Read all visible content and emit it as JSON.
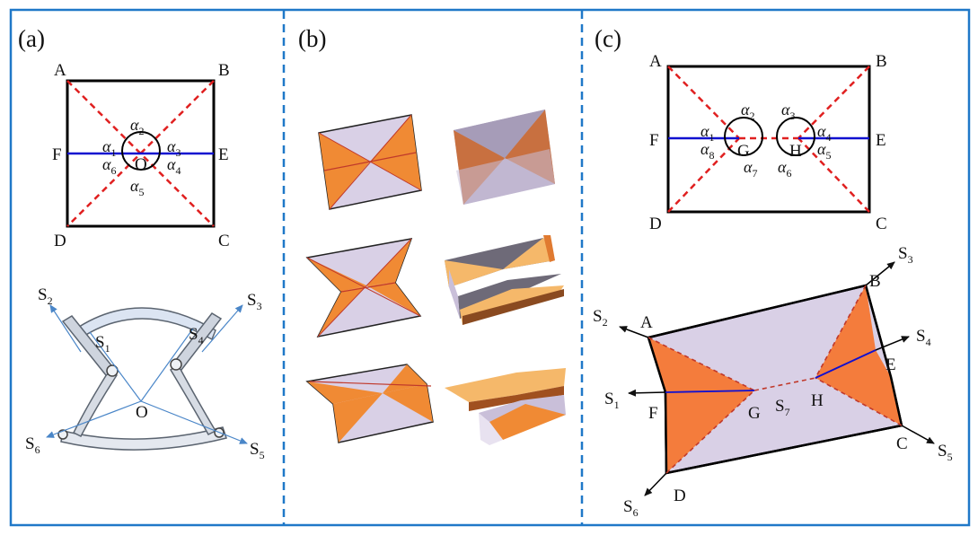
{
  "panels": {
    "a": {
      "label": "(a)",
      "square": {
        "A": "A",
        "B": "B",
        "C": "C",
        "D": "D",
        "E": "E",
        "F": "F",
        "O": "O"
      },
      "angles": {
        "a2": {
          "g": "α",
          "n": "2"
        },
        "a1": {
          "g": "α",
          "n": "1"
        },
        "a3": {
          "g": "α",
          "n": "3"
        },
        "a6": {
          "g": "α",
          "n": "6"
        },
        "a4": {
          "g": "α",
          "n": "4"
        },
        "a5": {
          "g": "α",
          "n": "5"
        }
      },
      "mechanism": {
        "S1": {
          "b": "S",
          "n": "1"
        },
        "S2": {
          "b": "S",
          "n": "2"
        },
        "S3": {
          "b": "S",
          "n": "3"
        },
        "S4": {
          "b": "S",
          "n": "4"
        },
        "S5": {
          "b": "S",
          "n": "5"
        },
        "S6": {
          "b": "S",
          "n": "6"
        },
        "O": "O"
      }
    },
    "b": {
      "label": "(b)"
    },
    "c": {
      "label": "(c)",
      "rect": {
        "A": "A",
        "B": "B",
        "C": "C",
        "D": "D",
        "E": "E",
        "F": "F",
        "G": "G",
        "H": "H"
      },
      "angles": {
        "a1": {
          "g": "α",
          "n": "1"
        },
        "a2": {
          "g": "α",
          "n": "2"
        },
        "a3": {
          "g": "α",
          "n": "3"
        },
        "a4": {
          "g": "α",
          "n": "4"
        },
        "a8": {
          "g": "α",
          "n": "8"
        },
        "a7": {
          "g": "α",
          "n": "7"
        },
        "a6": {
          "g": "α",
          "n": "6"
        },
        "a5": {
          "g": "α",
          "n": "5"
        }
      },
      "model": {
        "A": "A",
        "B": "B",
        "C": "C",
        "D": "D",
        "E": "E",
        "F": "F",
        "G": "G",
        "H": "H",
        "S1": {
          "b": "S",
          "n": "1"
        },
        "S2": {
          "b": "S",
          "n": "2"
        },
        "S3": {
          "b": "S",
          "n": "3"
        },
        "S4": {
          "b": "S",
          "n": "4"
        },
        "S5": {
          "b": "S",
          "n": "5"
        },
        "S6": {
          "b": "S",
          "n": "6"
        },
        "S7": {
          "b": "S",
          "n": "7"
        }
      }
    }
  },
  "colors": {
    "frame": "#1f78c8",
    "fold_red": "#e02020",
    "fold_blue": "#1010d0",
    "orange": "#f47c3c",
    "lavender": "#d9d0e6",
    "arrow_blue": "#4a86c8"
  }
}
